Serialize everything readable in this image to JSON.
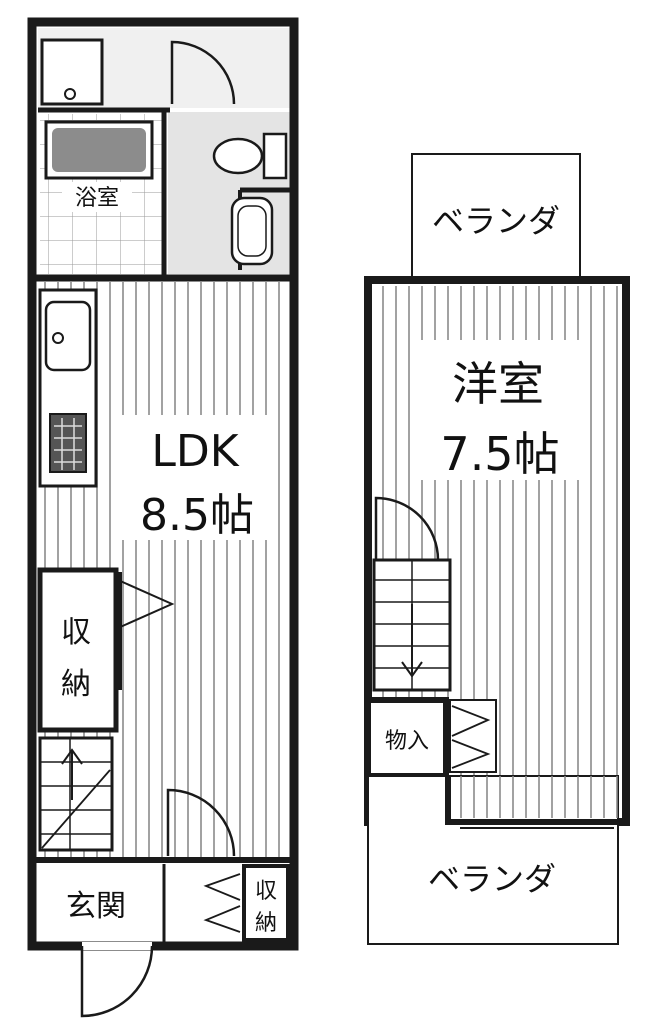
{
  "floor1": {
    "bath_label": "浴室",
    "ldk_label": "LDK",
    "ldk_size": "8.5帖",
    "storage_v1": "収",
    "storage_v2": "納",
    "entrance_label": "玄関",
    "shoe_storage_v1": "収",
    "shoe_storage_v2": "納"
  },
  "floor2": {
    "veranda_top_label": "ベランダ",
    "room_label": "洋室",
    "room_size": "7.5帖",
    "closet_label": "物入",
    "veranda_bottom_label": "ベランダ"
  },
  "colors": {
    "wall": "#1a1a1a",
    "floor_stripe": "#8a8a8a",
    "wet_area": "#e4e4e4",
    "tub": "#8c8c8c"
  }
}
